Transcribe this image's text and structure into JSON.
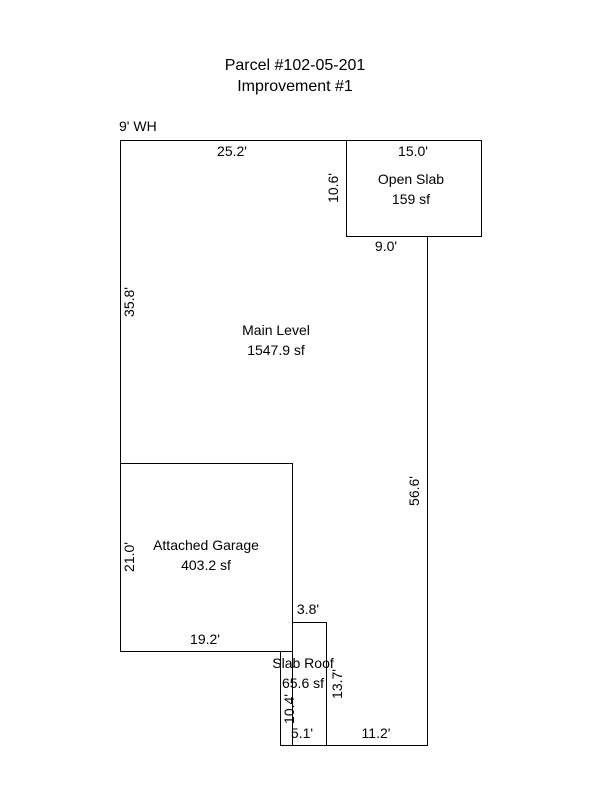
{
  "header": {
    "title": "Parcel #102-05-201",
    "subtitle": "Improvement #1"
  },
  "annotation": "9' WH",
  "areas": {
    "main_level": {
      "name": "Main Level",
      "size": "1547.9 sf"
    },
    "open_slab": {
      "name": "Open Slab",
      "size": "159 sf"
    },
    "attached_garage": {
      "name": "Attached Garage",
      "size": "403.2 sf"
    },
    "slab_roof": {
      "name": "Slab Roof",
      "size": "65.6 sf"
    }
  },
  "dimensions": {
    "main_top": "25.2'",
    "slab_top": "15.0'",
    "slab_left": "10.6'",
    "slab_bottom": "9.0'",
    "main_left": "35.8'",
    "main_right": "56.6'",
    "garage_left": "21.0'",
    "garage_bottom": "19.2'",
    "roof_top": "3.8'",
    "roof_right": "13.7'",
    "roof_left": "10.4'",
    "roof_bottom": "5.1'",
    "main_bottom": "11.2'"
  }
}
